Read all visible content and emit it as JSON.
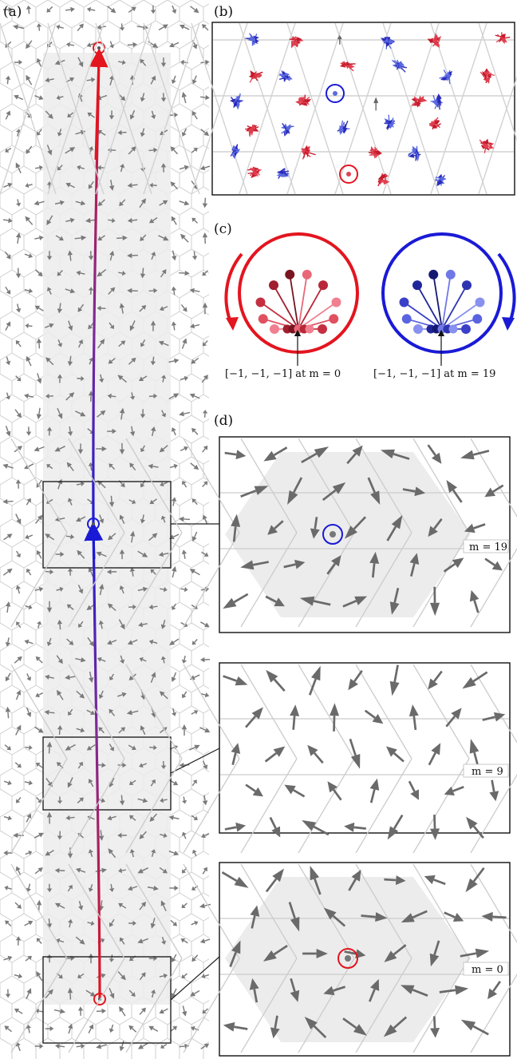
{
  "panels": {
    "a": {
      "label": "(a)"
    },
    "b": {
      "label": "(b)"
    },
    "c": {
      "label": "(c)",
      "left_caption": "[−1, −1, −1] at m = 0",
      "right_caption": "[−1, −1, −1] at m = 19"
    },
    "d": {
      "label": "(d)",
      "insets": [
        {
          "m_label": "m = 19"
        },
        {
          "m_label": "m = 9"
        },
        {
          "m_label": "m = 0"
        }
      ]
    }
  },
  "colors": {
    "red": "#e3151f",
    "blue": "#1a1ad6",
    "grey": "#6e6e6e",
    "shade": "#ececec",
    "lattice": "#c8c8c8"
  }
}
